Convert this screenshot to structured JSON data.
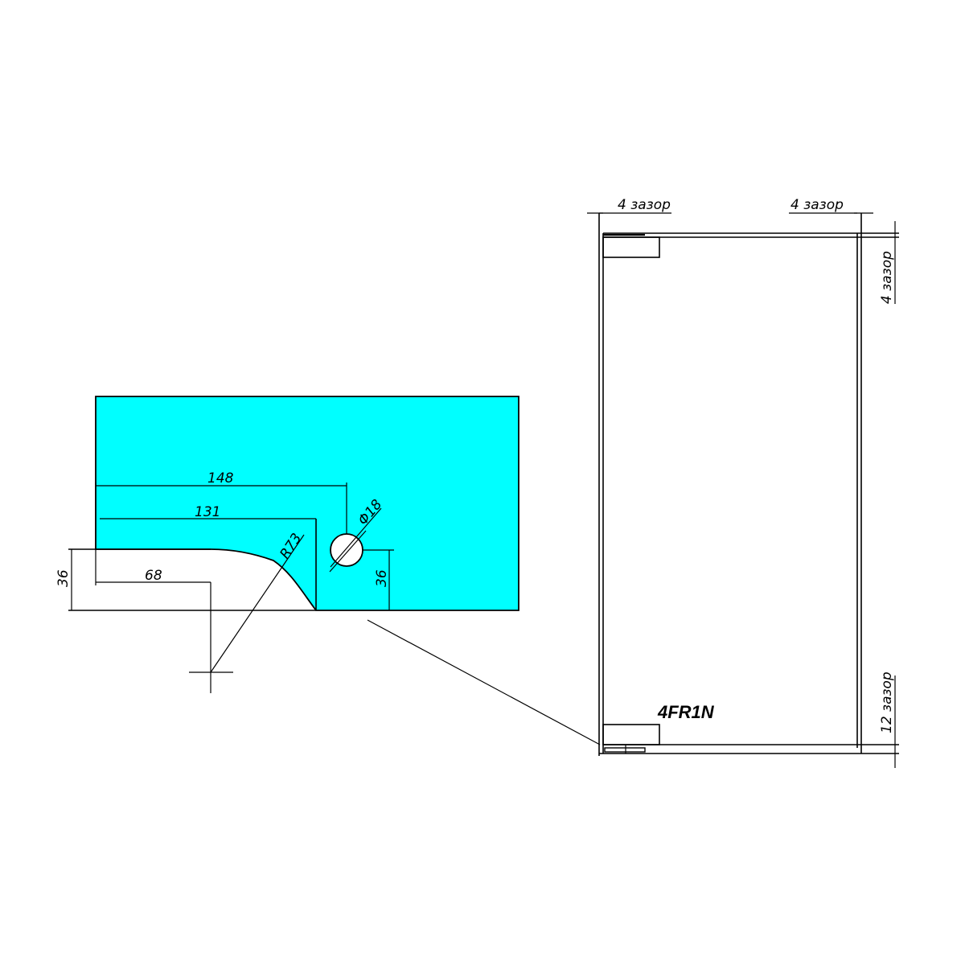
{
  "colors": {
    "part_fill": "#00ffff",
    "line": "#000000",
    "hole_fill": "#ffffff"
  },
  "left_view": {
    "dimensions": {
      "width_148": "148",
      "width_131": "131",
      "width_68": "68",
      "height_left_36": "36",
      "height_right_36": "36",
      "radius": "R73",
      "hole_diameter": "Φ18"
    }
  },
  "right_view": {
    "gap_top_left": "4 зазор",
    "gap_top_right": "4 зазор",
    "gap_right_top": "4 зазор",
    "gap_right_bottom": "12 зазор",
    "part_label": "4FR1N"
  }
}
